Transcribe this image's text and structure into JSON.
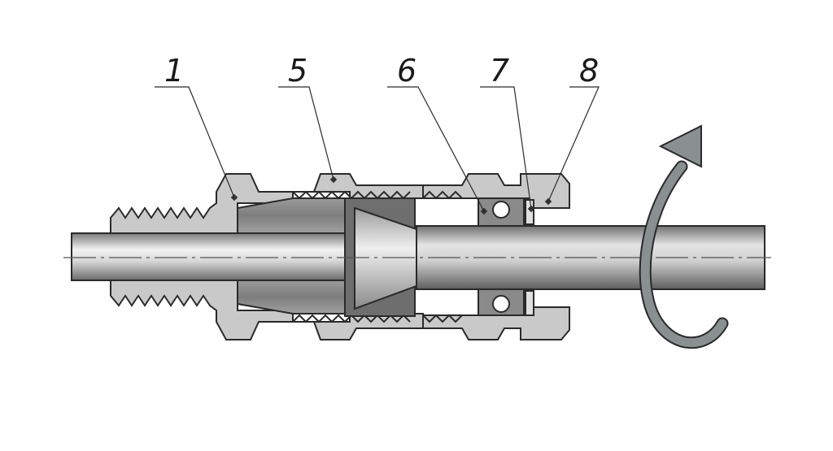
{
  "callouts": [
    {
      "id": "1",
      "label": "1"
    },
    {
      "id": "5",
      "label": "5"
    },
    {
      "id": "6",
      "label": "6"
    },
    {
      "id": "7",
      "label": "7"
    },
    {
      "id": "8",
      "label": "8"
    }
  ],
  "colors": {
    "body_fill": "#c9c9c9",
    "insert_fill": "#8a8a8a",
    "tube_light": "#e8e8e8",
    "tube_dark": "#6e6e6e",
    "arrow_fill": "#8a8f8f",
    "outline": "#2a2a2a"
  }
}
